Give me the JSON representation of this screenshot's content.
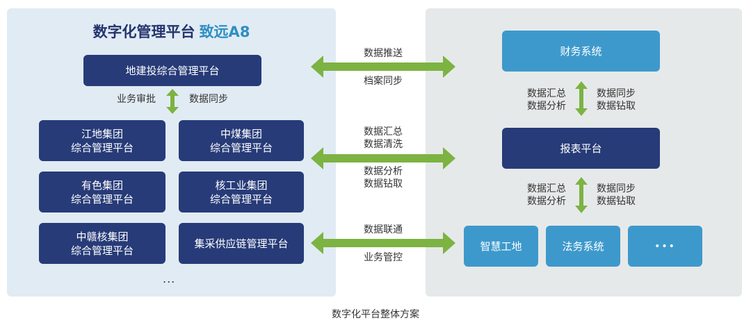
{
  "left_panel": {
    "title": "数字化管理平台",
    "brand": "致远A8",
    "top_box": "地建投综合管理平台",
    "sync_left": "业务审批",
    "sync_right": "数据同步",
    "group_boxes": [
      {
        "line1": "江地集团",
        "line2": "综合管理平台"
      },
      {
        "line1": "中煤集团",
        "line2": "综合管理平台"
      },
      {
        "line1": "有色集团",
        "line2": "综合管理平台"
      },
      {
        "line1": "核工业集团",
        "line2": "综合管理平台"
      },
      {
        "line1": "中赣核集团",
        "line2": "综合管理平台"
      },
      {
        "line1": "集采供应链管理平台",
        "line2": ""
      }
    ],
    "more": "..."
  },
  "middle": {
    "arrow1_top": "数据推送",
    "arrow1_bottom": "档案同步",
    "arrow2_top_1": "数据汇总",
    "arrow2_top_2": "数据清洗",
    "arrow2_bottom_1": "数据分析",
    "arrow2_bottom_2": "数据钻取",
    "arrow3_top": "数据联通",
    "arrow3_bottom": "业务管控"
  },
  "right_panel": {
    "finance": "财务系统",
    "report": "报表平台",
    "sync1_left_1": "数据汇总",
    "sync1_left_2": "数据分析",
    "sync1_right_1": "数据同步",
    "sync1_right_2": "数据钻取",
    "sync2_left_1": "数据汇总",
    "sync2_left_2": "数据分析",
    "sync2_right_1": "数据同步",
    "sync2_right_2": "数据钻取",
    "bottom_boxes": [
      "智慧工地",
      "法务系统",
      "•••"
    ]
  },
  "caption": "数字化平台整体方案",
  "colors": {
    "navy": "#273b78",
    "blue": "#3d99cc",
    "arrow_green": "#7cb342",
    "brand_blue": "#2e8fc4"
  }
}
